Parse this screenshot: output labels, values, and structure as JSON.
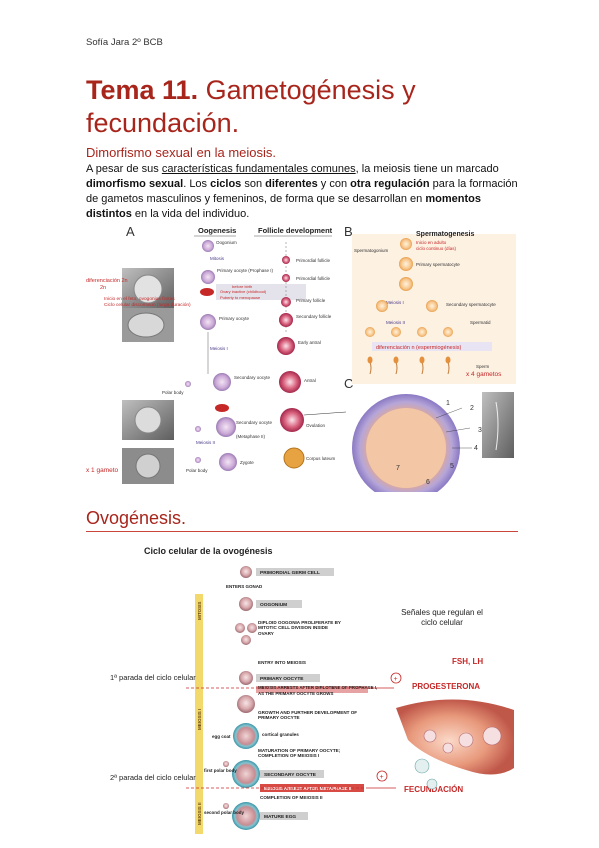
{
  "header": {
    "author": "Sofía Jara 2º BCB"
  },
  "title": {
    "bold": "Tema 11.",
    "rest": " Gametogénesis y fecundación."
  },
  "section1": {
    "heading": "Dimorfismo sexual en la meiosis.",
    "text_1": "A pesar de sus ",
    "text_2": "características fundamentales comunes",
    "text_3": ", la meiosis tiene un marcado ",
    "text_4": "dimorfismo sexual",
    "text_5": ". Los ",
    "text_6": "ciclos",
    "text_7": " son ",
    "text_8": "diferentes",
    "text_9": " y con ",
    "text_10": "otra regulación",
    "text_11": " para la formación de gametos masculinos y femeninos, de forma que se desarrollan en ",
    "text_12": "momentos distintos",
    "text_13": " en la vida del individuo."
  },
  "figure1": {
    "panel_a": "A",
    "panel_b": "B",
    "panel_c": "C",
    "col_oogenesis": "Oogenesis",
    "col_follicle": "Follicle development",
    "col_spermatogenesis": "Spermatogenesis",
    "oogonium": "Oogonium",
    "mitosis": "Mitosis",
    "primary_oocyte_p1": "Primary oocyte (Prophase I)",
    "before_birth": "before birth",
    "ovary_inactive": "Ovary inactive (childhood)",
    "puberty": "Puberty to menopause",
    "primordial_follicle_1": "Primordial follicle",
    "primordial_follicle_2": "Primordial follicle",
    "primary_follicle": "Primary follicle",
    "primary_oocyte": "Primary oocyte",
    "secondary_follicle": "Secondary follicle",
    "early_antral": "Early antral",
    "meiosis_1_a": "Meiosis I",
    "antral": "Antral",
    "polar_body_1": "Polar body",
    "secondary_oocyte_1": "Secondary oocyte",
    "secondary_oocyte_2": "Secondary oocyte",
    "metaphase_2": "(Metaphase II)",
    "ovulation": "Ovulation",
    "meiosis_2_a": "Meiosis II",
    "polar_body_2": "Polar body",
    "zygote": "Zygote",
    "corpus_luteum": "Corpus luteum",
    "red_diferenciacion_2n": "diferenciación 2n",
    "red_inicio_feto": "Inicio en el feto, ovogonias finitas",
    "red_ciclo_disc": "Ciclo celular discontinuo (larga duración)",
    "red_x1": "x 1 gameto",
    "spermatogonium": "Spermatogonium",
    "red_inicio_adulto": "Inicio en adulto",
    "red_ciclo_cont": "ciclo continuo (días)",
    "primary_spermatocyte": "Primary spermatocyte",
    "meiosis_1_b": "Meiosis I",
    "secondary_spermatocyte": "Secondary spermatocyte",
    "meiosis_2_b": "Meiosis II",
    "spermatid": "Spermatid",
    "red_dif_n": "diferenciación n (espermiogénesis)",
    "sperm": "Sperm",
    "red_x4": "x 4 gametos",
    "n1": "1",
    "n2": "2",
    "n3": "3",
    "n4": "4",
    "n5": "5",
    "n6": "6",
    "n7": "7"
  },
  "section2": {
    "heading": "Ovogénesis."
  },
  "figure2": {
    "title": "Ciclo celular de la ovogénesis",
    "mitosis_label": "MITOSIS",
    "meiosis1_label": "MEIOSIS I",
    "meiosis2_label": "MEIOSIS II",
    "primordial": "PRIMORDIAL GERM CELL",
    "enters_gonad": "ENTERS GONAD",
    "oogonium": "OOGONIUM",
    "diploid": "DIPLOID OOGONIA PROLIFERATE BY MITOTIC CELL DIVISION INSIDE OVARY",
    "entry_meiosis": "ENTRY INTO MEIOSIS",
    "primary_oocyte": "PRIMARY OOCYTE",
    "arrest1": "MEIOSIS ARRESTS AFTER DIPLOTENE OF PROPHASE I, AS THE PRIMARY OOCYTE GROWS",
    "growth": "GROWTH AND FURTHER DEVELOPMENT OF PRIMARY OOCYTE",
    "cortical": "cortical granules",
    "egg_coat": "egg coat",
    "maturation": "MATURATION OF PRIMARY OOCYTE; COMPLETION OF MEIOSIS I",
    "first_polar": "first polar body",
    "secondary_oocyte": "SECONDARY OOCYTE",
    "arrest2": "MEIOSIS ARREST AFTER METAPHASE II",
    "completion2": "COMPLETION OF MEIOSIS II",
    "second_polar": "second polar body",
    "mature_egg": "MATURE EGG",
    "stop1": "1ª parada del ciclo celular",
    "stop2": "2ª parada del ciclo celular",
    "signals": "Señales que regulan el ciclo celular",
    "fsh_lh": "FSH, LH",
    "progesterona": "PROGESTERONA",
    "fecundacion": "FECUNDACIÓN",
    "plus": "+"
  }
}
